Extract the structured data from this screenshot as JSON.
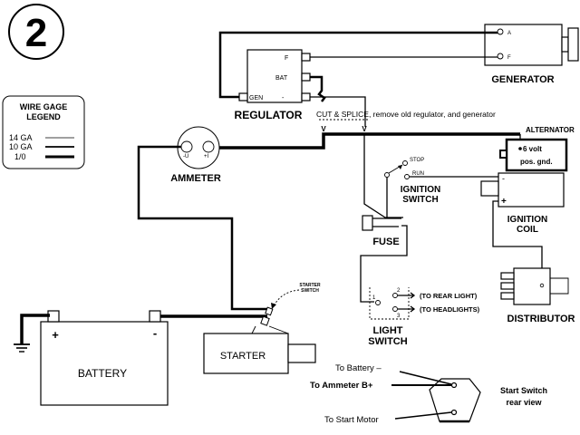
{
  "diagram_number": "2",
  "legend": {
    "title_line1": "WIRE GAGE",
    "title_line2": "LEGEND",
    "items": [
      {
        "label": "14 GA"
      },
      {
        "label": "10 GA"
      },
      {
        "label": "1/0"
      }
    ]
  },
  "regulator": {
    "label": "REGULATOR",
    "terminals": {
      "f": "F",
      "bat": "BAT",
      "gen": "GEN",
      "minus": "-"
    }
  },
  "generator": {
    "label": "GENERATOR",
    "terminals": {
      "a": "A",
      "f": "F"
    }
  },
  "note": {
    "cut_splice": "CUT & SPLICE",
    "rest": ", remove old regulator, and generator",
    "marker": "V"
  },
  "alternator": {
    "label": "ALTERNATOR",
    "line1": "6 volt",
    "line2": "pos. gnd."
  },
  "ammeter": {
    "label": "AMMETER",
    "left_terminal": "-U",
    "right_terminal": "+I"
  },
  "ignition_switch": {
    "label_line1": "IGNITION",
    "label_line2": "SWITCH",
    "stop": "STOP",
    "run": "RUN"
  },
  "ignition_coil": {
    "label_line1": "IGNITION",
    "label_line2": "COIL",
    "minus": "-",
    "plus": "+"
  },
  "fuse": {
    "label": "FUSE"
  },
  "light_switch": {
    "label_line1": "LIGHT",
    "label_line2": "SWITCH",
    "pin1": "1",
    "pin2": "2",
    "pin3": "3",
    "out_rear": "(TO REAR LIGHT)",
    "out_head": "(TO HEADLIGHTS)"
  },
  "distributor": {
    "label": "DISTRIBUTOR"
  },
  "battery": {
    "label": "BATTERY",
    "plus": "+",
    "minus": "-"
  },
  "starter": {
    "label": "STARTER",
    "switch_callout_line1": "STARTER",
    "switch_callout_line2": "SWITCH"
  },
  "start_switch_view": {
    "title_line1": "Start Switch",
    "title_line2": "rear view",
    "to_battery": "To Battery –",
    "to_ammeter": "To Ammeter B+",
    "to_start_motor": "To Start Motor"
  }
}
